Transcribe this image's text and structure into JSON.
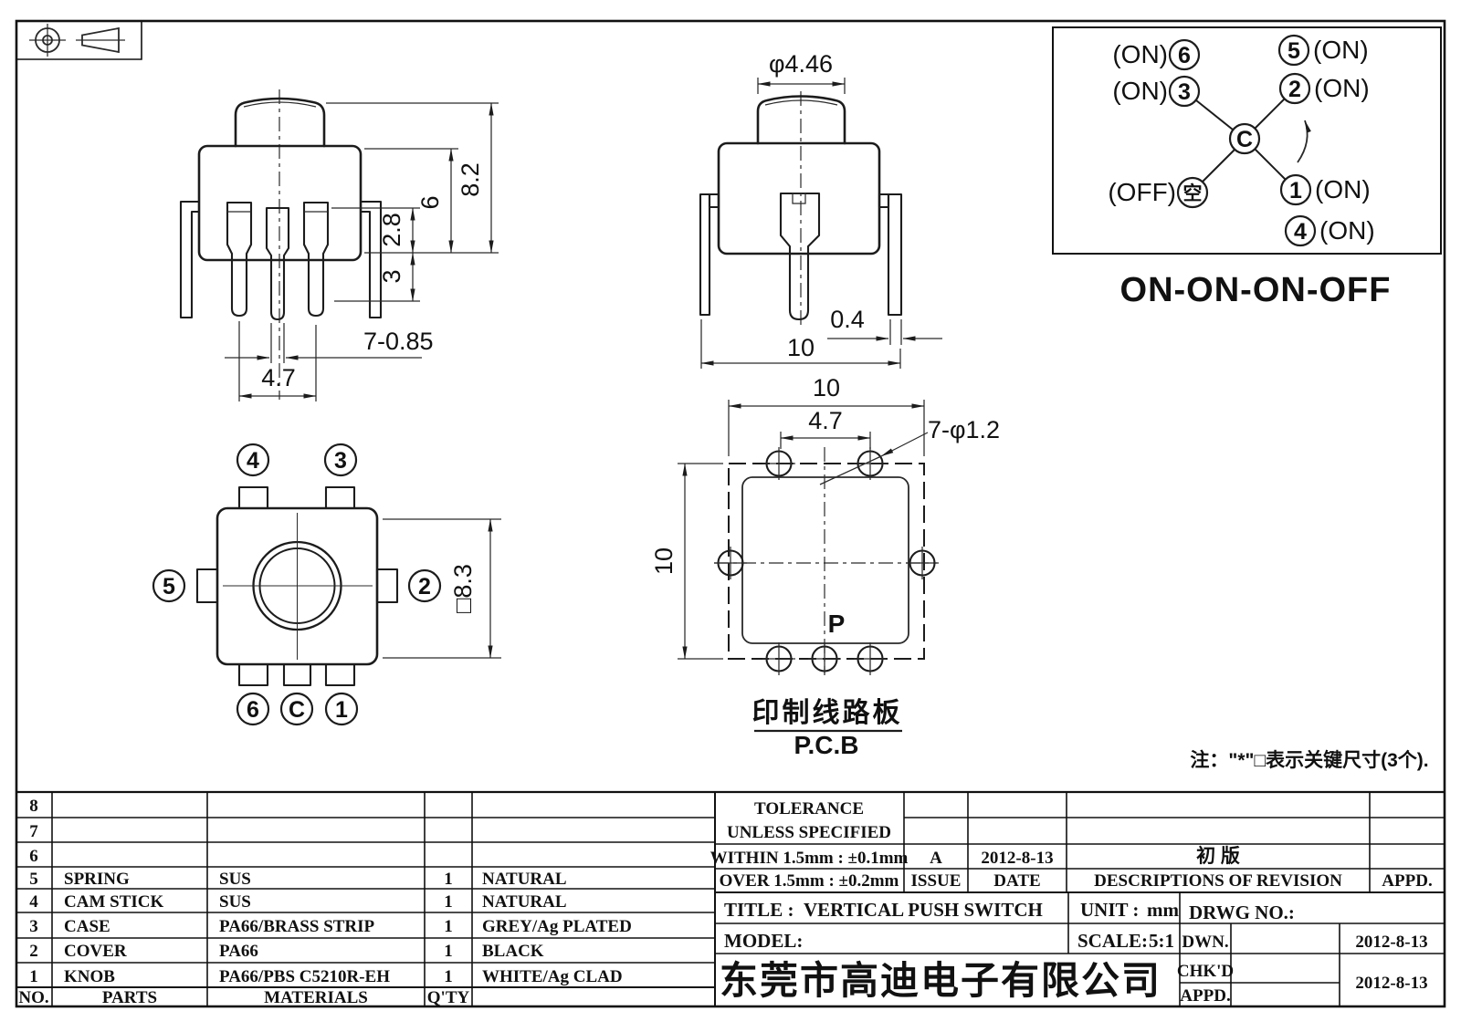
{
  "front_view": {
    "dim_total_height": "8.2",
    "dim_body_height": "6",
    "dim_shoulder": "2.8",
    "dim_pin_exposed": "3",
    "dim_pin_width": "7-0.85",
    "dim_pin_pitch": "4.7"
  },
  "side_view": {
    "dim_knob_dia": "φ4.46",
    "dim_leg_thickness": "0.4",
    "dim_body_width": "10"
  },
  "bottom_view": {
    "dim_body": "□8.3",
    "pin_top_left": "4",
    "pin_top_right": "3",
    "pin_left": "5",
    "pin_right": "2",
    "pin_bottom_left": "6",
    "pin_bottom_center": "C",
    "pin_bottom_right": "1"
  },
  "pcb_view": {
    "dim_width": "10",
    "dim_pitch": "4.7",
    "dim_holes": "7-φ1.2",
    "dim_height": "10",
    "polarity": "P",
    "caption_cn": "印制线路板",
    "caption_en": "P.C.B"
  },
  "schematic": {
    "common": "C",
    "t6_label": "(ON)",
    "t6": "6",
    "t3_label": "(ON)",
    "t3": "3",
    "t5": "5",
    "t5_label": "(ON)",
    "t2": "2",
    "t2_label": "(ON)",
    "toff_label": "(OFF)",
    "toff": "空",
    "t1": "1",
    "t1_label": "(ON)",
    "t4": "4",
    "t4_label": "(ON)",
    "mode": "ON-ON-ON-OFF"
  },
  "note": "注：\"*\"□表示关键尺寸(3个).",
  "bom": {
    "headers": {
      "no": "NO.",
      "parts": "PARTS",
      "materials": "MATERIALS",
      "qty": "Q'TY"
    },
    "rows": [
      {
        "no": "8",
        "parts": "",
        "materials": "",
        "qty": "",
        "finish": ""
      },
      {
        "no": "7",
        "parts": "",
        "materials": "",
        "qty": "",
        "finish": ""
      },
      {
        "no": "6",
        "parts": "",
        "materials": "",
        "qty": "",
        "finish": ""
      },
      {
        "no": "5",
        "parts": "SPRING",
        "materials": "SUS",
        "qty": "1",
        "finish": "NATURAL"
      },
      {
        "no": "4",
        "parts": "CAM STICK",
        "materials": "SUS",
        "qty": "1",
        "finish": "NATURAL"
      },
      {
        "no": "3",
        "parts": "CASE",
        "materials": "PA66/BRASS STRIP",
        "qty": "1",
        "finish": "GREY/Ag PLATED"
      },
      {
        "no": "2",
        "parts": "COVER",
        "materials": "PA66",
        "qty": "1",
        "finish": "BLACK"
      },
      {
        "no": "1",
        "parts": "KNOB",
        "materials": "PA66/PBS C5210R-EH",
        "qty": "1",
        "finish": "WHITE/Ag CLAD"
      }
    ]
  },
  "title_block": {
    "tolerance_line1": "TOLERANCE",
    "tolerance_line2": "UNLESS  SPECIFIED",
    "within": "WITHIN  1.5mm : ±0.1mm",
    "over": "OVER  1.5mm : ±0.2mm",
    "issue_value": "A",
    "issue_label": "ISSUE",
    "rev_date_value": "2012-8-13",
    "date_label": "DATE",
    "rev_desc_value": "初  版",
    "desc_label": "DESCRIPTIONS  OF  REVISION",
    "appd_col_label": "APPD.",
    "title_label": "TITLE :",
    "title_value": "VERTICAL  PUSH  SWITCH",
    "unit_label": "UNIT :",
    "unit_value": "mm",
    "drwg_label": "DRWG  NO.:",
    "model_label": "MODEL:",
    "scale_label": "SCALE:",
    "scale_value": "5:1",
    "company": "东莞市高迪电子有限公司",
    "dwn_label": "DWN.",
    "chkd_label": "CHK'D",
    "appd_label": "APPD.",
    "dwn_date": "2012-8-13",
    "chkd_date": "2012-8-13"
  }
}
